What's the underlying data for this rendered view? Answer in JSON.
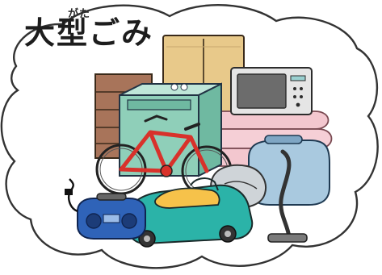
{
  "title": {
    "ruby": "がた",
    "text": "大型ごみ"
  },
  "colors": {
    "cloud_outline": "#333333",
    "bicycle_red": "#d8322b",
    "washer_green": "#8fcfb9",
    "wardrobe_tan": "#e8c98a",
    "dresser_brown": "#a8745a",
    "futon_pink": "#f3c7cf",
    "vacuum_blue": "#a9c9df",
    "toy_car_teal": "#2bb3a8",
    "toy_car_yellow": "#f6c24a",
    "radio_blue": "#2f63b8"
  },
  "icons": [
    "cloud-frame",
    "wardrobe-icon",
    "dresser-icon",
    "microwave-icon",
    "washing-machine-icon",
    "futon-stack-icon",
    "bicycle-icon",
    "vacuum-cleaner-icon",
    "toy-car-icon",
    "radio-cassette-icon",
    "fan-heater-icon"
  ]
}
